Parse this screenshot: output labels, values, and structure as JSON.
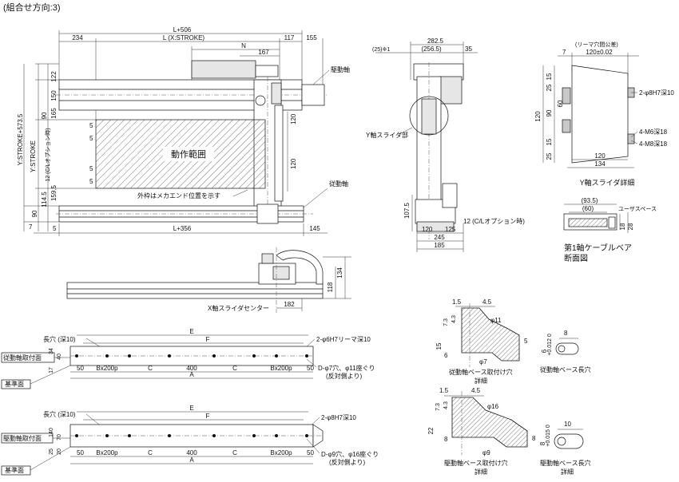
{
  "header": {
    "title": "(組合せ方向:3)"
  },
  "main_view": {
    "dims_top": [
      "L+506",
      "234",
      "L (X:STROKE)",
      "117",
      "155",
      "N",
      "167"
    ],
    "dims_left": [
      "122",
      "150",
      "90",
      "165",
      "159.5",
      "90",
      "114.5",
      "7"
    ],
    "dims_vertical_labels": [
      "Y:STROKE+573.5",
      "Y:STROKE",
      "12 (C/Lオプション時)"
    ],
    "dims_inner": [
      "5",
      "5",
      "5",
      "5",
      "120",
      "120"
    ],
    "dims_bottom": [
      "5",
      "L+356",
      "145"
    ],
    "range_label": "動作範囲",
    "range_note": "外枠はメカエンド位置を示す",
    "driven_axis_label": "駆動軸",
    "follower_axis_label": "従動軸"
  },
  "side_view": {
    "dims_top": [
      "282.5",
      "(25)※1",
      "(256.5)",
      "35"
    ],
    "y_slider_label": "Y軸スライダ部",
    "dims_bottom": [
      "107.5",
      "12 (C/Lオプション時)",
      "120",
      "125",
      "245",
      "185"
    ]
  },
  "y_slider_detail": {
    "dims_top": [
      "(リーマ穴間公差)",
      "7",
      "120±0.02"
    ],
    "dims_left": [
      "15",
      "25",
      "120",
      "90",
      "60",
      "15",
      "25"
    ],
    "callouts": [
      "2-φ8H7深10",
      "4-M6深18",
      "4-M8深18"
    ],
    "dims_bottom": [
      "120",
      "134"
    ],
    "title": "Y軸スライダ詳細"
  },
  "cable_section": {
    "dims": [
      "(93.5)",
      "(60)",
      "ユーザスペース",
      "18",
      "28"
    ],
    "title_line1": "第1軸ケーブルベア",
    "title_line2": "断面図"
  },
  "x_slider_view": {
    "dims": [
      "134",
      "118",
      "182"
    ],
    "center_label": "X軸スライダセンター"
  },
  "follower_base": {
    "hole_label": "長穴 (深10)",
    "dims_top": [
      "E",
      "F"
    ],
    "callout_top": "2-φ6H7リーマ深10",
    "side_label": "従動軸取付面",
    "dims_left": [
      "34",
      "40",
      "17"
    ],
    "dims_bottom": [
      "50",
      "Bx200p",
      "C",
      "400",
      "C",
      "Bx200p",
      "50",
      "A"
    ],
    "bottom_callout_1": "D-φ7穴、φ11座ぐり",
    "bottom_callout_2": "(反対側より)",
    "ref_label": "基準面"
  },
  "driver_base": {
    "hole_label": "長穴 (深10)",
    "dims_top": [
      "E",
      "F"
    ],
    "callout_top": "2-φ8H7深10",
    "side_label": "駆動軸取付面",
    "dims_left": [
      "140",
      "70",
      "25",
      "20"
    ],
    "dims_bottom": [
      "50",
      "Bx200p",
      "C",
      "400",
      "C",
      "Bx200p",
      "50",
      "A"
    ],
    "bottom_callout_1": "D-φ9穴、φ16座ぐり",
    "bottom_callout_2": "(反対側より)",
    "ref_label": "基準面"
  },
  "follower_mount_detail": {
    "dims": [
      "1.5",
      "4.5",
      "7.3",
      "4.3",
      "φ11",
      "15",
      "6",
      "5",
      "φ7"
    ],
    "title_line1": "従動軸ベース取付け穴",
    "title_line2": "詳細"
  },
  "follower_slot_detail": {
    "dims": [
      "8",
      "6",
      "+0.012 0"
    ],
    "title": "従動軸ベース長穴"
  },
  "driver_mount_detail": {
    "dims": [
      "1.5",
      "4.5",
      "7.3",
      "4.3",
      "φ16",
      "22",
      "8",
      "8",
      "φ9"
    ],
    "title_line1": "駆動軸ベース取付け穴",
    "title_line2": "詳細"
  },
  "driver_slot_detail": {
    "dims": [
      "10",
      "8",
      "+0.015 0"
    ],
    "title_line1": "駆動軸ベース長穴",
    "title_line2": "詳細"
  }
}
